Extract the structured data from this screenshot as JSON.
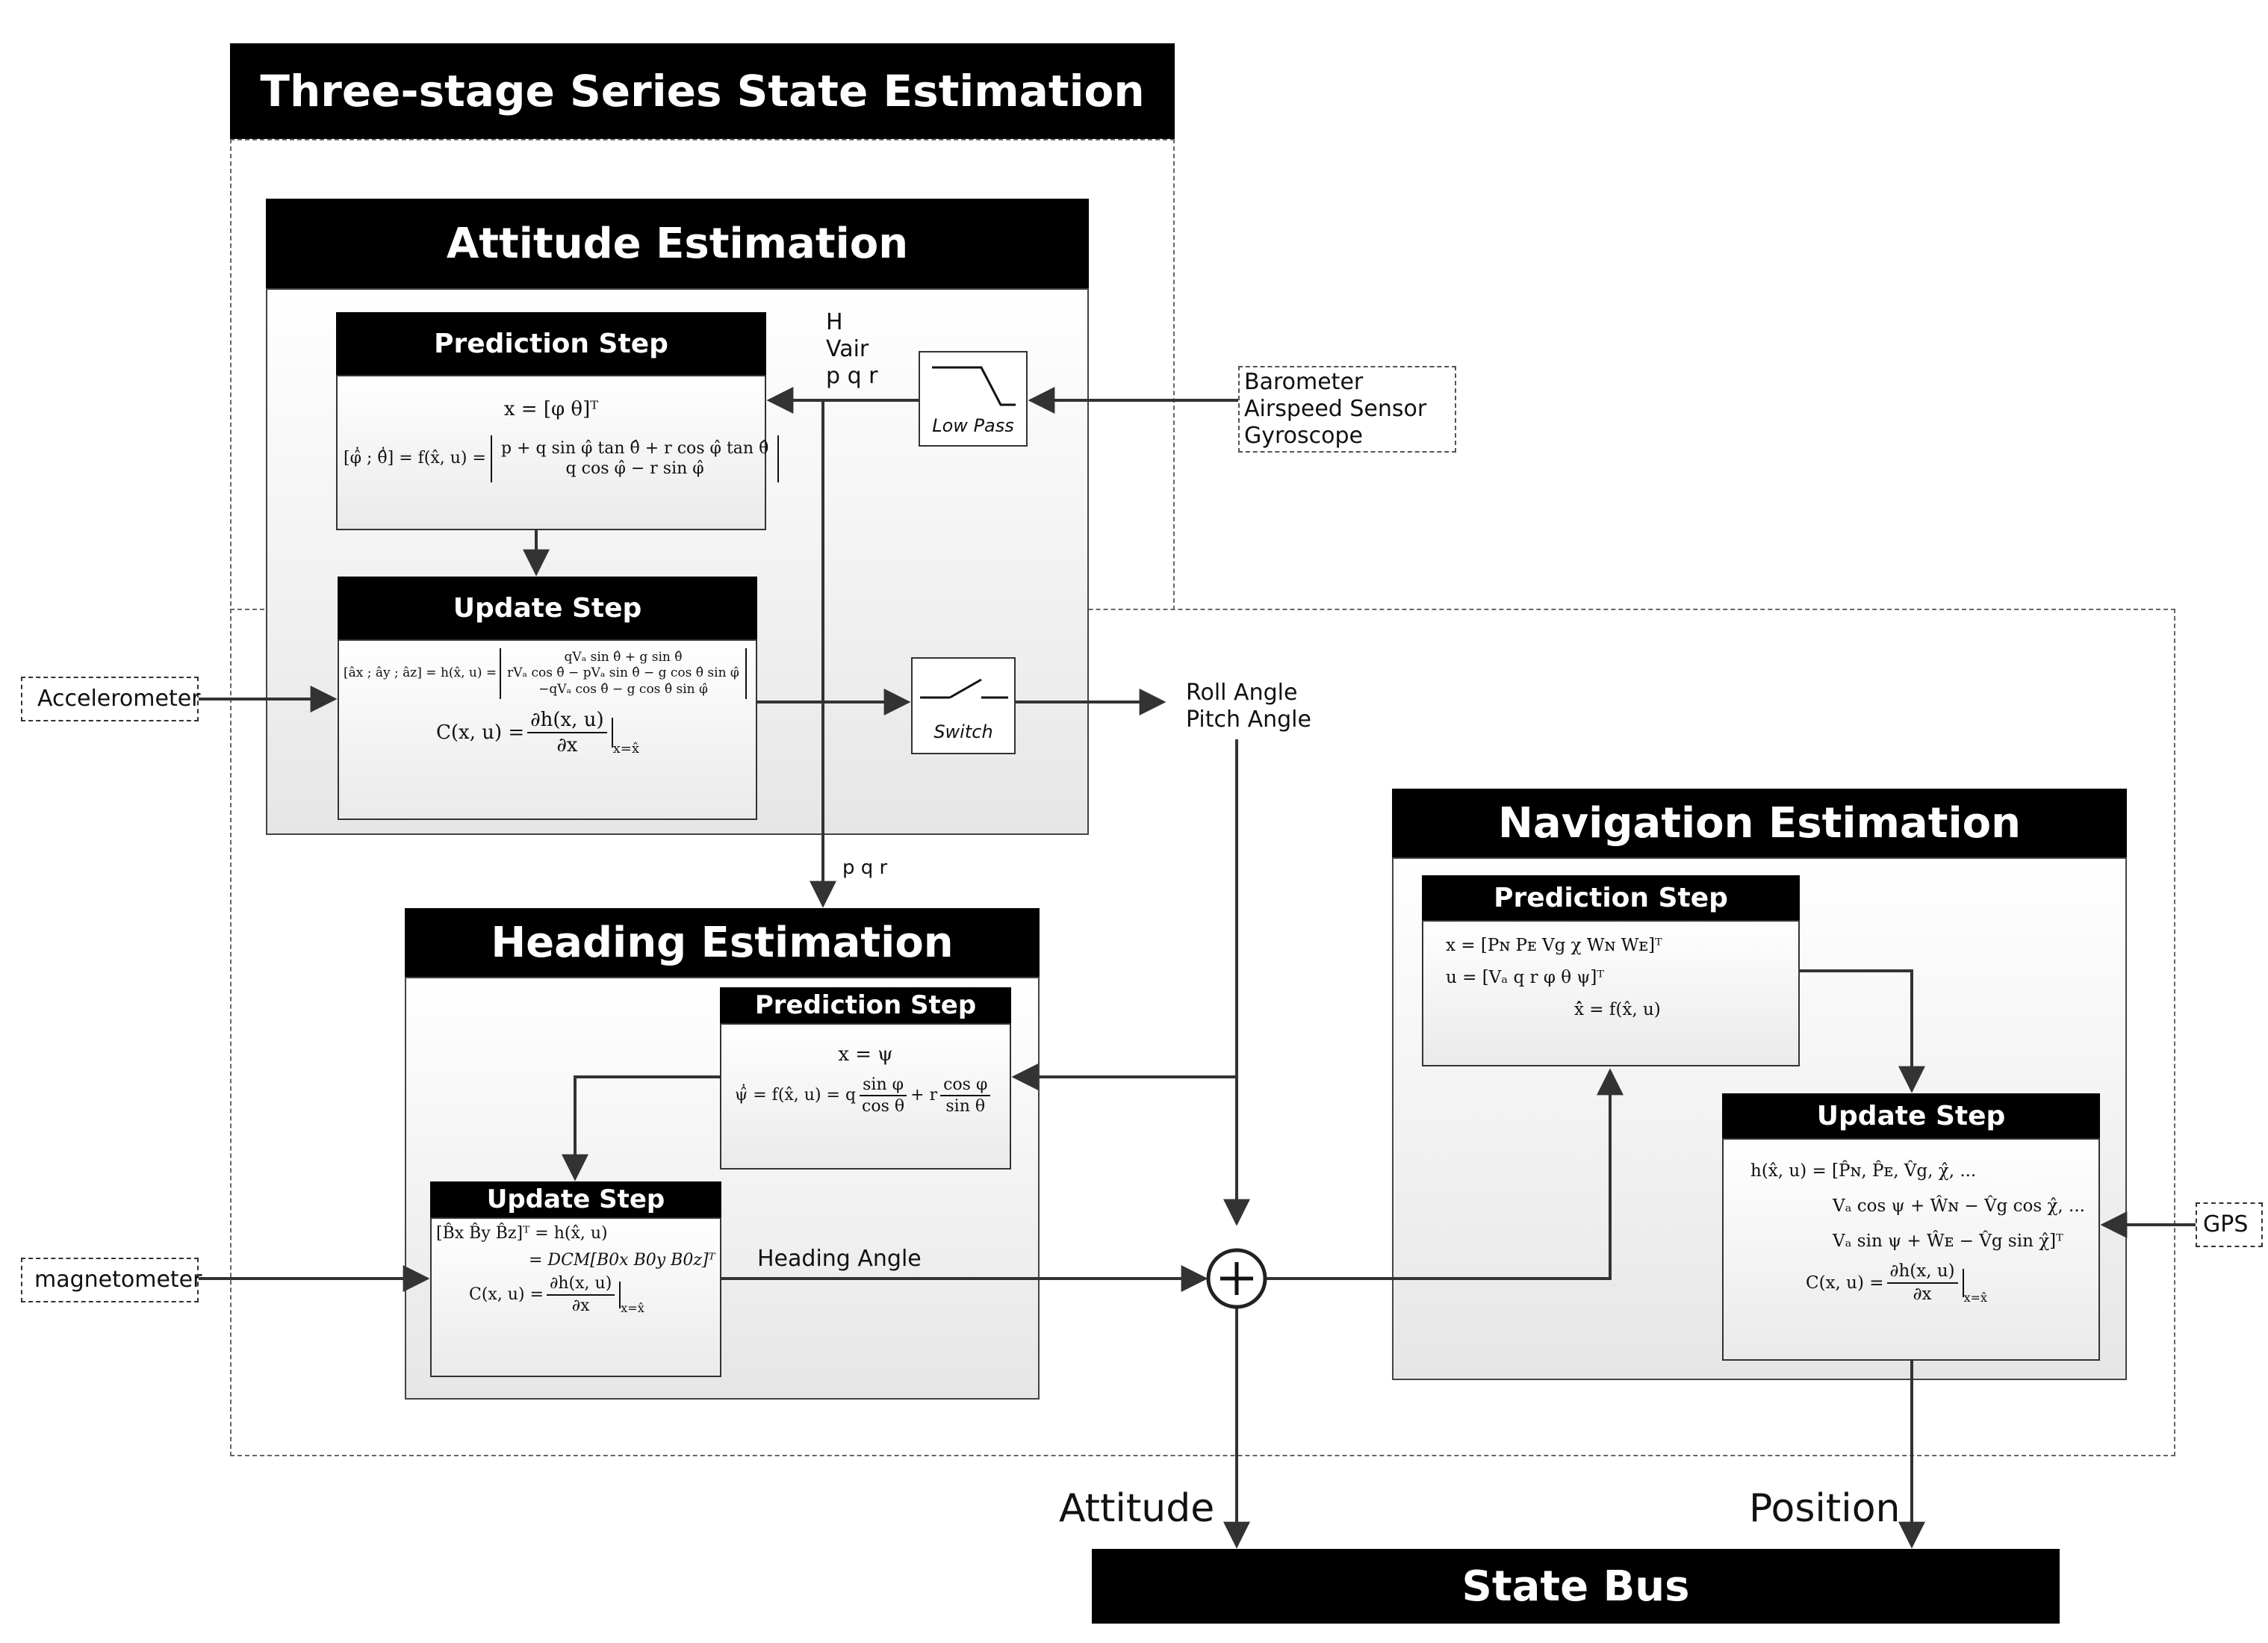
{
  "main_title": "Three-stage Series State Estimation",
  "attitude": {
    "title": "Attitude Estimation",
    "prediction": {
      "title": "Prediction Step",
      "eq_state": "x = [φ   θ]ᵀ",
      "eq_lhs": "[φ̂̇ ; θ̂̇] = f(x̂, u) =",
      "eq_row1": "p + q sin φ̂ tan θ̂ + r cos φ̂ tan θ̂",
      "eq_row2": "q cos φ̂ − r sin φ̂"
    },
    "update": {
      "title": "Update Step",
      "eq_lhs": "[âx ; ây ; âz] = h(x̂, u) =",
      "eq_row1": "qVₐ sin θ̂ + g sin θ̂",
      "eq_row2": "rVₐ cos θ̂ − pVₐ sin θ̂ − g cos θ̂ sin φ̂",
      "eq_row3": "−qVₐ cos θ̂ − g cos θ̂ sin φ̂",
      "eq_c_lhs": "C(x, u) =",
      "eq_c_num": "∂h(x, u)",
      "eq_c_den": "∂x",
      "eq_c_eval": "x=x̂"
    }
  },
  "heading": {
    "title": "Heading Estimation",
    "prediction": {
      "title": "Prediction Step",
      "eq_state": "x = ψ",
      "eq_lhs": "ψ̂̇ = f(x̂, u) = q",
      "frac1_num": "sin φ",
      "frac1_den": "cos θ",
      "eq_plus": "+ r",
      "frac2_num": "cos φ",
      "frac2_den": "sin θ"
    },
    "update": {
      "title": "Update Step",
      "eq_line1": "[B̂x B̂y B̂z]ᵀ = h(x̂, u)",
      "eq_line2": "= DCM[B0x B0y B0z]ᵀ",
      "eq_c_lhs": "C(x, u) =",
      "eq_c_num": "∂h(x, u)",
      "eq_c_den": "∂x",
      "eq_c_eval": "x=x̂"
    }
  },
  "navigation": {
    "title": "Navigation Estimation",
    "prediction": {
      "title": "Prediction Step",
      "eq_state": "x = [Pɴ   Pᴇ   Vg   χ   Wɴ   Wᴇ]ᵀ",
      "eq_input": "u = [Vₐ   q   r   φ   θ   ψ]ᵀ",
      "eq_dyn": "x̂̇ = f(x̂, u)"
    },
    "update": {
      "title": "Update Step",
      "eq_line1": "h(x̂, u) = [P̂ɴ, P̂ᴇ, V̂g, χ̂, ...",
      "eq_line2": "Vₐ cos ψ + Ŵɴ − V̂g cos χ̂, ...",
      "eq_line3": "Vₐ sin ψ + Ŵᴇ − V̂g sin χ̂]ᵀ",
      "eq_c_lhs": "C(x, u) =",
      "eq_c_num": "∂h(x, u)",
      "eq_c_den": "∂x",
      "eq_c_eval": "x=x̂"
    }
  },
  "blocks": {
    "low_pass": "Low Pass",
    "switch": "Switch"
  },
  "inputs": {
    "sensors": "Barometer\nAirspeed Sensor\nGyroscope",
    "accelerometer": "Accelerometer",
    "magnetometer": "magnetometer",
    "gps": "GPS"
  },
  "signals": {
    "h_vair_pqr": "H\nVair\np q r",
    "pqr": "p q r",
    "roll_pitch": "Roll Angle\nPitch Angle",
    "heading_angle": "Heading Angle",
    "attitude": "Attitude",
    "position": "Position"
  },
  "state_bus": "State Bus"
}
